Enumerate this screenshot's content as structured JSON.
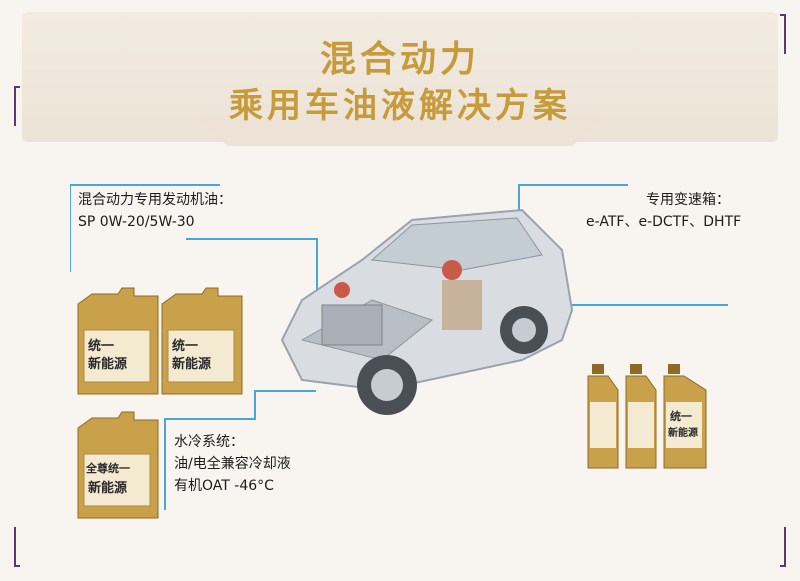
{
  "title": {
    "line1": "混合动力",
    "line2": "乘用车油液解决方案"
  },
  "labels": {
    "engine": {
      "heading": "混合动力专用发动机油：",
      "detail": "SP 0W-20/5W-30"
    },
    "transmission": {
      "heading": "专用变速箱：",
      "detail": "e-ATF、e-DCTF、DHTF"
    },
    "coolant": {
      "heading": "水冷系统：",
      "detail1": "油/电全兼容冷却液",
      "detail2": "有机OAT   -46°C"
    }
  },
  "products": {
    "brand": "统一",
    "line": "新能源",
    "top_line": "全尊统一"
  },
  "colors": {
    "gold": "#c79a3a",
    "accent_line": "#4aa6d6",
    "frame": "#5a3a6e"
  }
}
